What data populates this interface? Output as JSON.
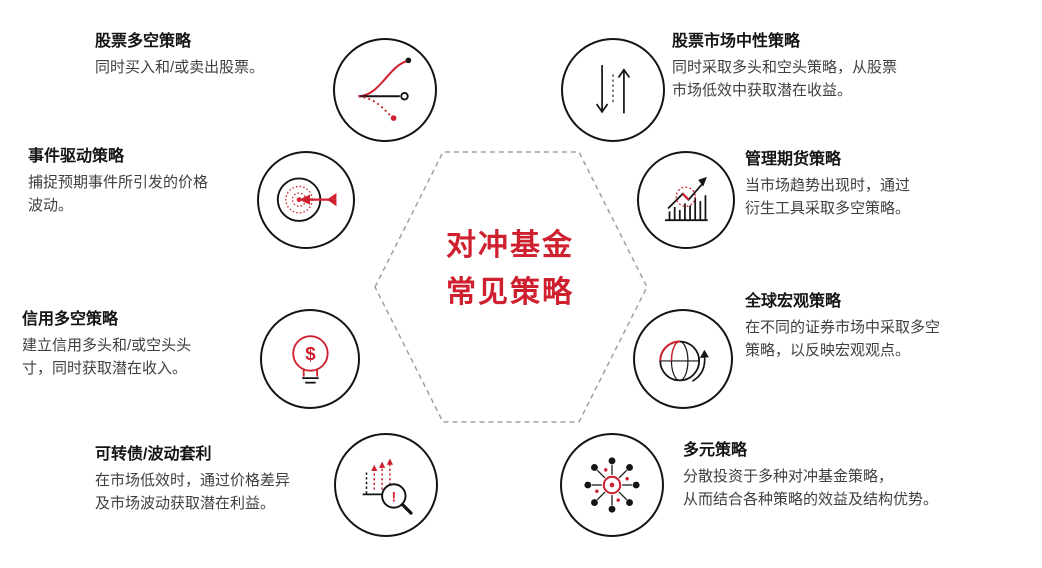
{
  "colors": {
    "accent": "#cf202f",
    "ink": "#141414",
    "desc_text": "#3f3f3f",
    "hexagon_stroke": "#a0a0a0"
  },
  "center": {
    "title_line1": "对冲基金",
    "title_line2": "常见策略"
  },
  "icons": {
    "lightbulb_symbol": "$",
    "magnifier_symbol": "!"
  },
  "strategies": [
    {
      "title": "股票多空策略",
      "desc": "同时买入和/或卖出股票。",
      "icon": "rising-curve-icon"
    },
    {
      "title": "事件驱动策略",
      "desc": "捕捉预期事件所引发的价格\n波动。",
      "icon": "target-dart-icon"
    },
    {
      "title": "信用多空策略",
      "desc": "建立信用多头和/或空头头\n寸，同时获取潜在收入。",
      "icon": "lightbulb-dollar-icon"
    },
    {
      "title": "可转债/波动套利",
      "desc": "在市场低效时，通过价格差异\n及市场波动获取潜在利益。",
      "icon": "magnifier-chart-icon"
    },
    {
      "title": "股票市场中性策略",
      "desc": "同时采取多头和空头策略，从股票\n市场低效中获取潜在收益。",
      "icon": "up-down-arrows-icon"
    },
    {
      "title": "管理期货策略",
      "desc": "当市场趋势出现时，通过\n衍生工具采取多空策略。",
      "icon": "bar-chart-trend-icon"
    },
    {
      "title": "全球宏观策略",
      "desc": "在不同的证券市场中采取多空\n策略，以反映宏观观点。",
      "icon": "globe-arrow-icon"
    },
    {
      "title": "多元策略",
      "desc": "分散投资于多种对冲基金策略，\n从而结合各种策略的效益及结构优势。",
      "icon": "network-hub-icon"
    }
  ]
}
